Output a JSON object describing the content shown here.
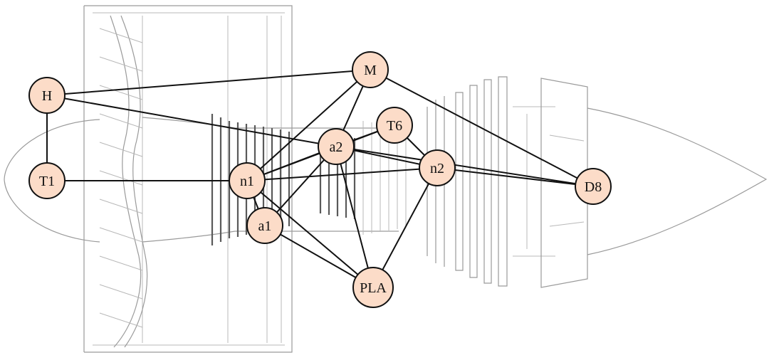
{
  "diagram": {
    "node_fill": "#fcdcc8",
    "node_stroke": "#111111",
    "edge_color": "#111111",
    "engine_color": "#9a9a9a",
    "nodes": [
      {
        "id": "H",
        "label": "H"
      },
      {
        "id": "T1",
        "label": "T1"
      },
      {
        "id": "M",
        "label": "M"
      },
      {
        "id": "T6",
        "label": "T6"
      },
      {
        "id": "a2",
        "label": "a2"
      },
      {
        "id": "n1",
        "label": "n1"
      },
      {
        "id": "n2",
        "label": "n2"
      },
      {
        "id": "a1",
        "label": "a1"
      },
      {
        "id": "PLA",
        "label": "PLA"
      },
      {
        "id": "D8",
        "label": "D8"
      }
    ],
    "edges": [
      [
        "H",
        "T1"
      ],
      [
        "H",
        "M"
      ],
      [
        "H",
        "a2"
      ],
      [
        "T1",
        "n1"
      ],
      [
        "M",
        "n1"
      ],
      [
        "M",
        "a2"
      ],
      [
        "M",
        "D8"
      ],
      [
        "n1",
        "a2"
      ],
      [
        "n1",
        "T6"
      ],
      [
        "n1",
        "n2"
      ],
      [
        "n1",
        "a1"
      ],
      [
        "n1",
        "PLA"
      ],
      [
        "a2",
        "T6"
      ],
      [
        "a2",
        "n2"
      ],
      [
        "a2",
        "a1"
      ],
      [
        "a2",
        "PLA"
      ],
      [
        "a2",
        "D8"
      ],
      [
        "T6",
        "n2"
      ],
      [
        "n2",
        "PLA"
      ],
      [
        "n2",
        "D8"
      ],
      [
        "a1",
        "PLA"
      ]
    ]
  }
}
